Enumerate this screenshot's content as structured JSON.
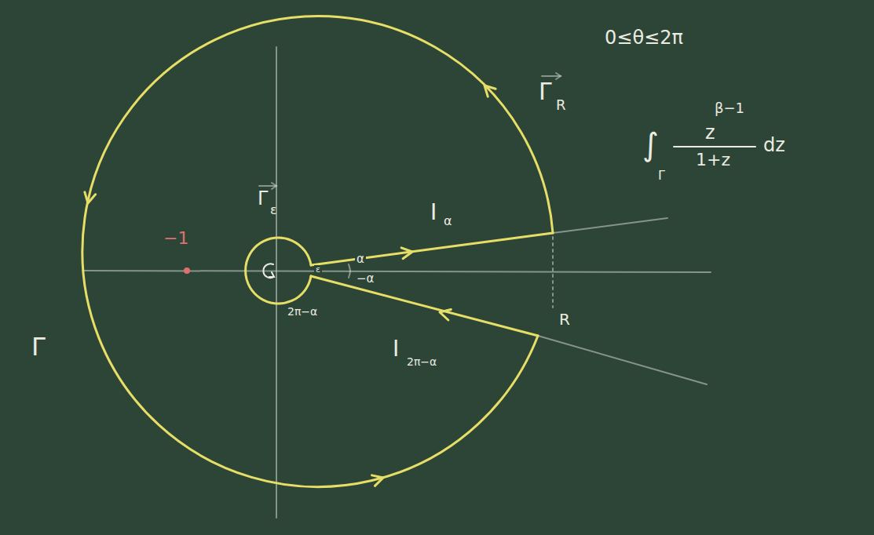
{
  "diagram": {
    "labels": [
      "0≤θ≤2π",
      "Γ",
      "R",
      "∫",
      "Γ",
      "z",
      "β−1",
      "1+z",
      "dz",
      "Γ",
      "ε",
      "−1",
      "I",
      "α",
      "α",
      "−α",
      "2π−α",
      "R",
      "I",
      "2π−α",
      "Γ",
      "ε"
    ]
  }
}
